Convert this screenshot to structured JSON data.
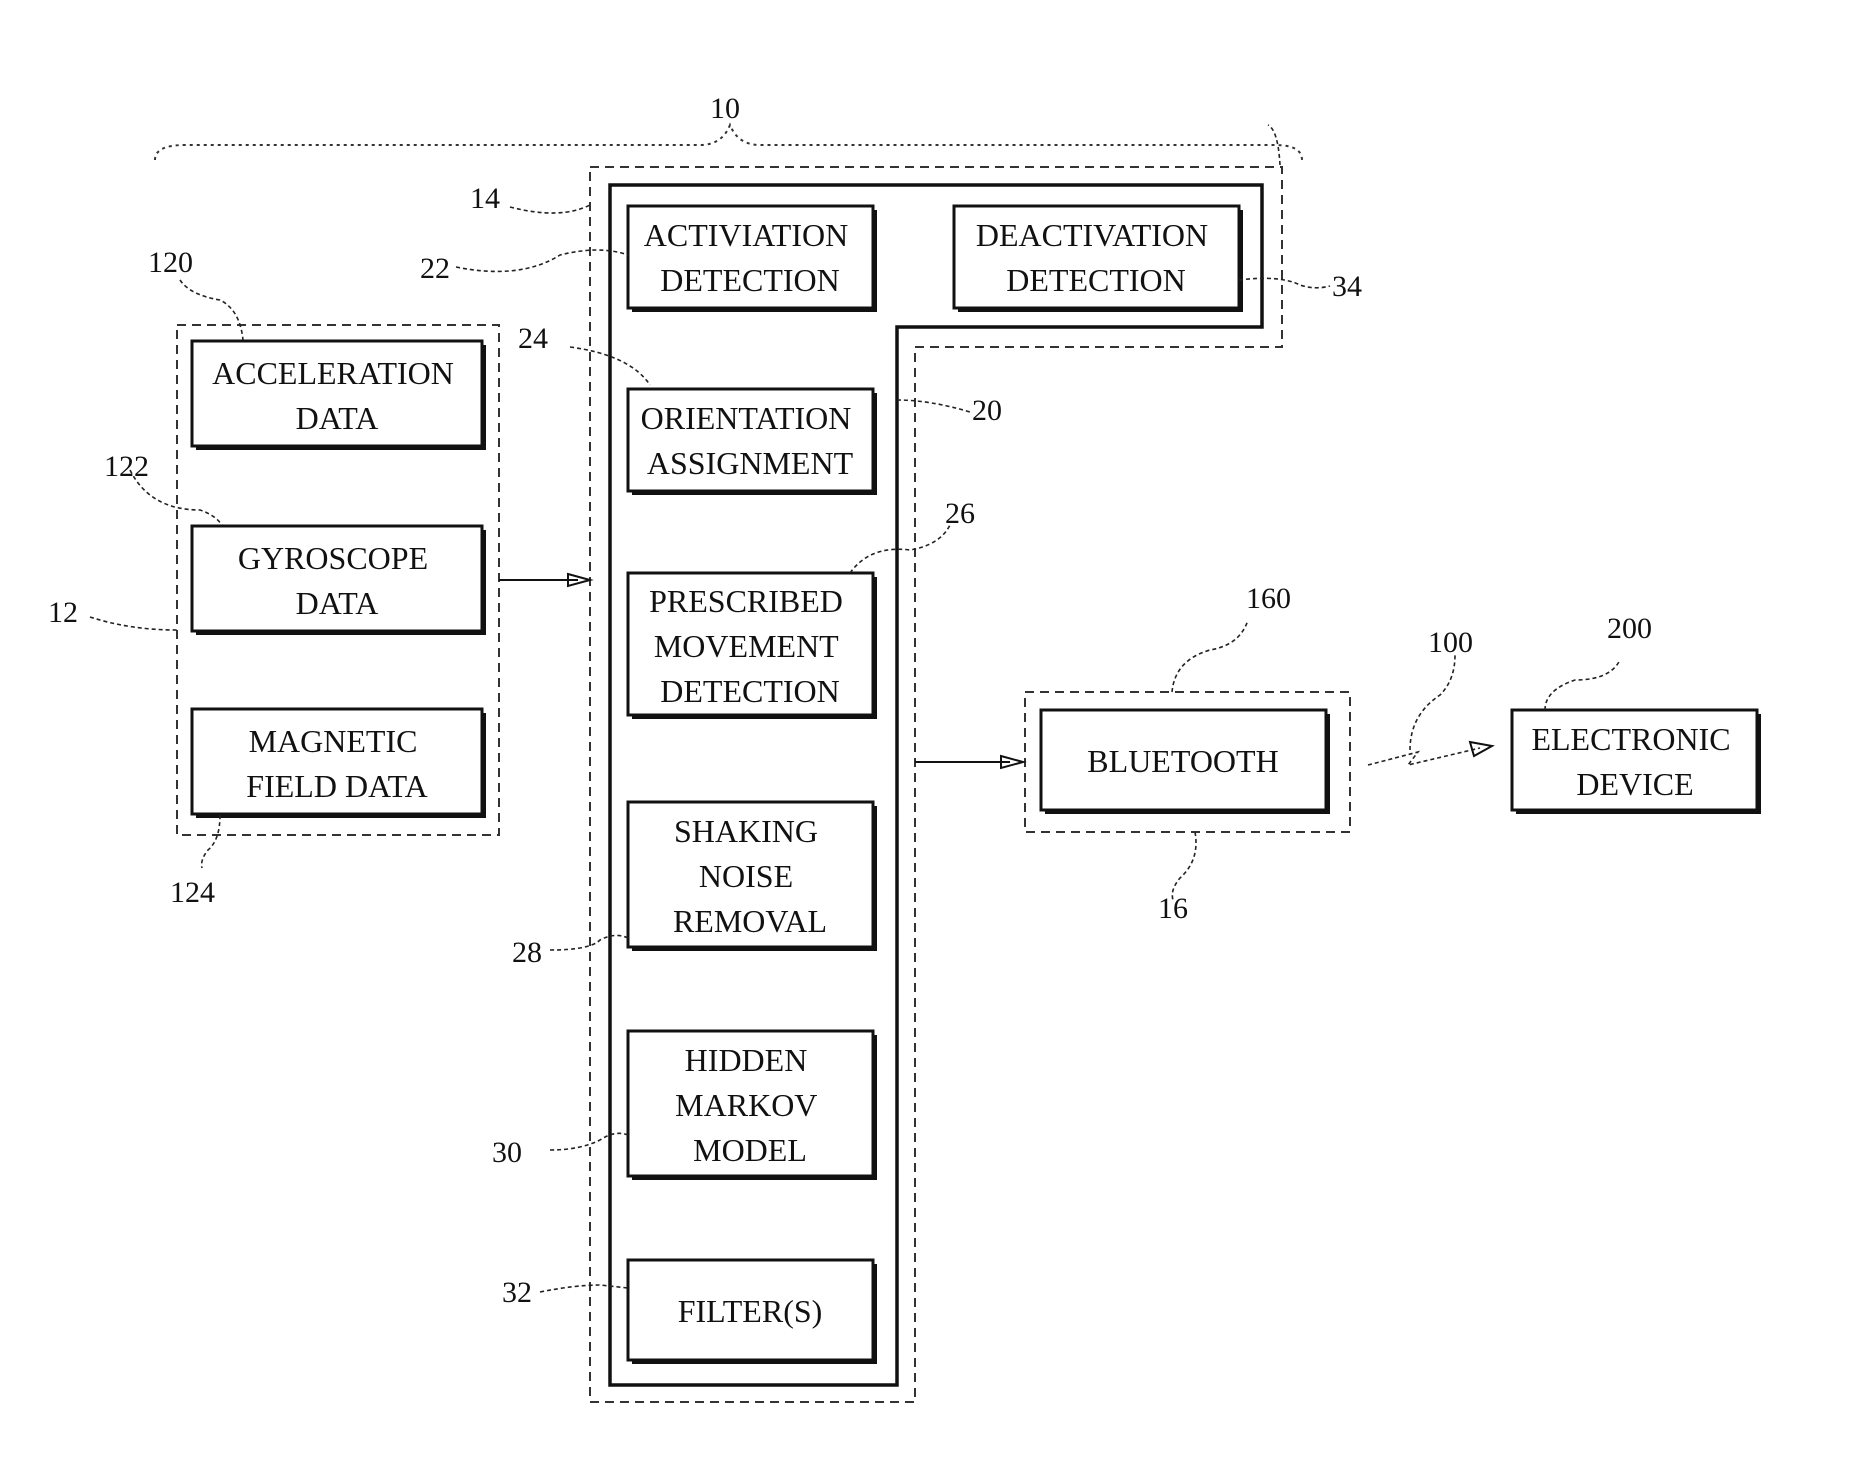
{
  "boxes": {
    "acceleration": [
      "ACCELERATION",
      "DATA"
    ],
    "gyroscope": [
      "GYROSCOPE",
      "DATA"
    ],
    "magnetic": [
      "MAGNETIC",
      "FIELD DATA"
    ],
    "activation": [
      "ACTIVIATION",
      "DETECTION"
    ],
    "deactivation": [
      "DEACTIVATION",
      "DETECTION"
    ],
    "orientation": [
      "ORIENTATION",
      "ASSIGNMENT"
    ],
    "prescribed": [
      "PRESCRIBED",
      "MOVEMENT",
      "DETECTION"
    ],
    "shaking": [
      "SHAKING",
      "NOISE",
      "REMOVAL"
    ],
    "hmm": [
      "HIDDEN",
      "MARKOV",
      "MODEL"
    ],
    "filters": [
      "FILTER(S)"
    ],
    "bluetooth": [
      "BLUETOOTH"
    ],
    "electronic": [
      "ELECTRONIC",
      "DEVICE"
    ]
  },
  "refs": {
    "r10": "10",
    "r12": "12",
    "r14": "14",
    "r16": "16",
    "r20": "20",
    "r22": "22",
    "r24": "24",
    "r26": "26",
    "r28": "28",
    "r30": "30",
    "r32": "32",
    "r34": "34",
    "r100": "100",
    "r120": "120",
    "r122": "122",
    "r124": "124",
    "r160": "160",
    "r200": "200"
  }
}
